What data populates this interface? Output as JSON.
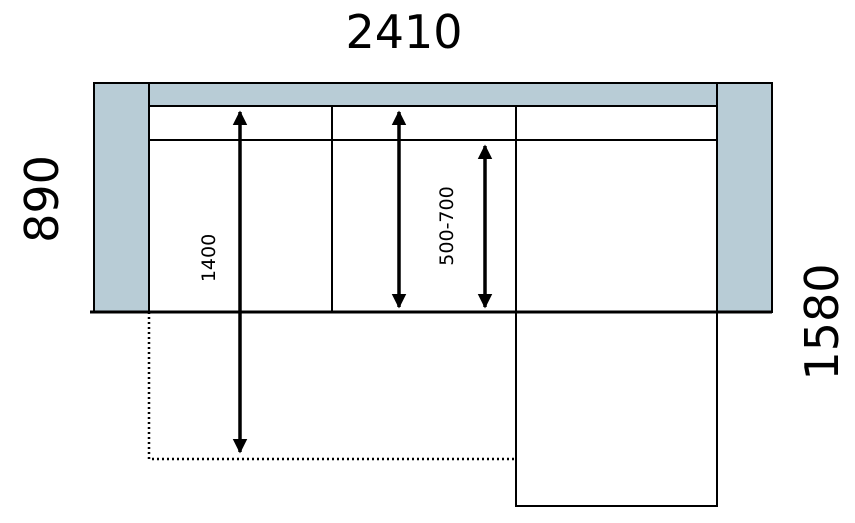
{
  "dimensions": {
    "width": "2410",
    "depth": "890",
    "chaise_length": "1580",
    "bed_length": "1400",
    "height_range": "500-700"
  },
  "colors": {
    "upholstery": "#b8ccd6",
    "line": "#000000"
  }
}
